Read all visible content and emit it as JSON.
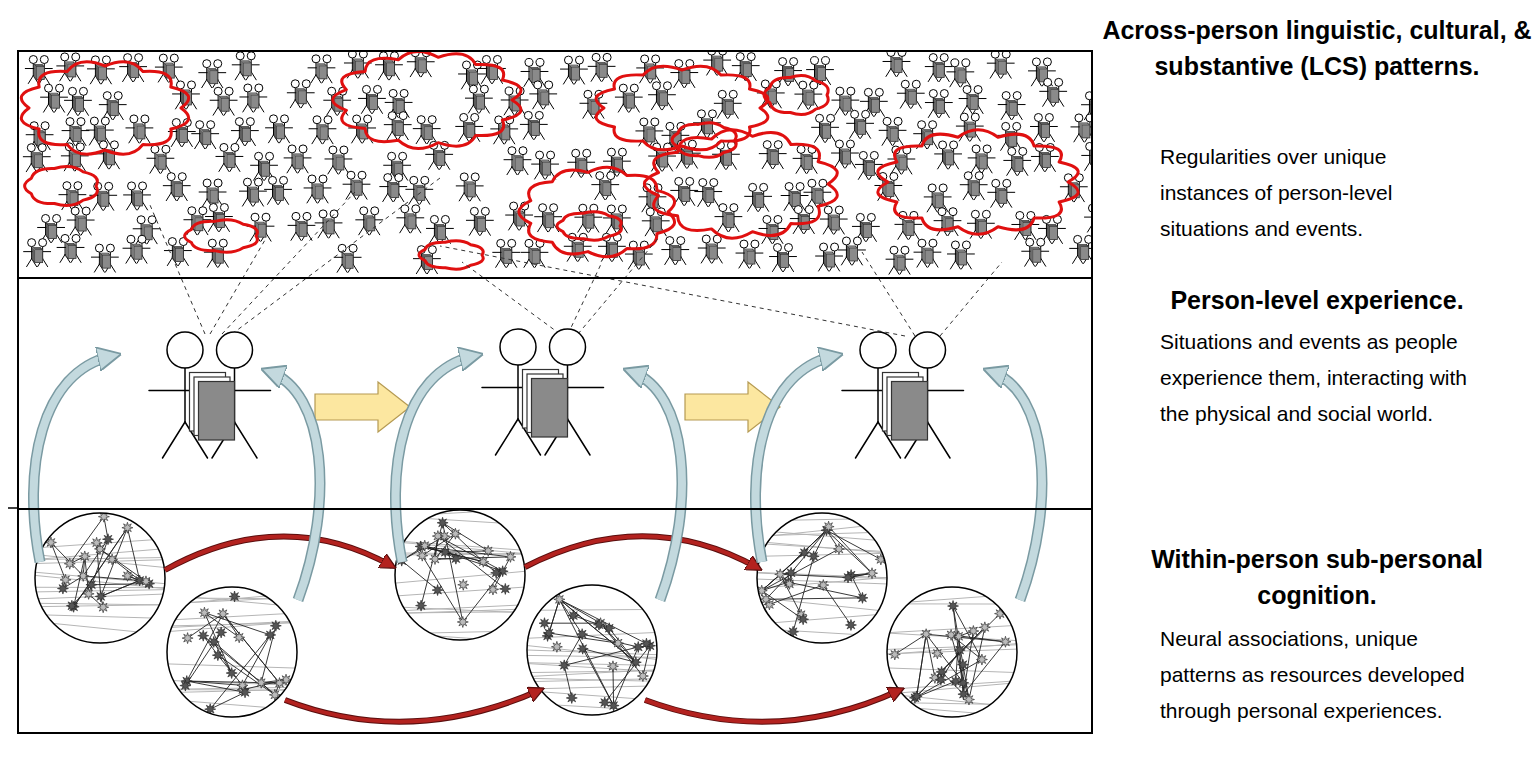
{
  "diagram": {
    "nodes": [
      {
        "text": [
          "Across-person linguistic, cultural, & substantive (LCS) patterns.",
          "Regularities over unique instances of person-level situations and events."
        ]
      },
      {
        "text": [
          "Person-level experience.",
          "Situations and events as people experience them, interacting with the physical and social world."
        ]
      },
      {
        "text": [
          "Within-person sub-personal cognition.",
          "Neural associations, unique patterns as resources developed through personal experiences."
        ]
      }
    ]
  }
}
